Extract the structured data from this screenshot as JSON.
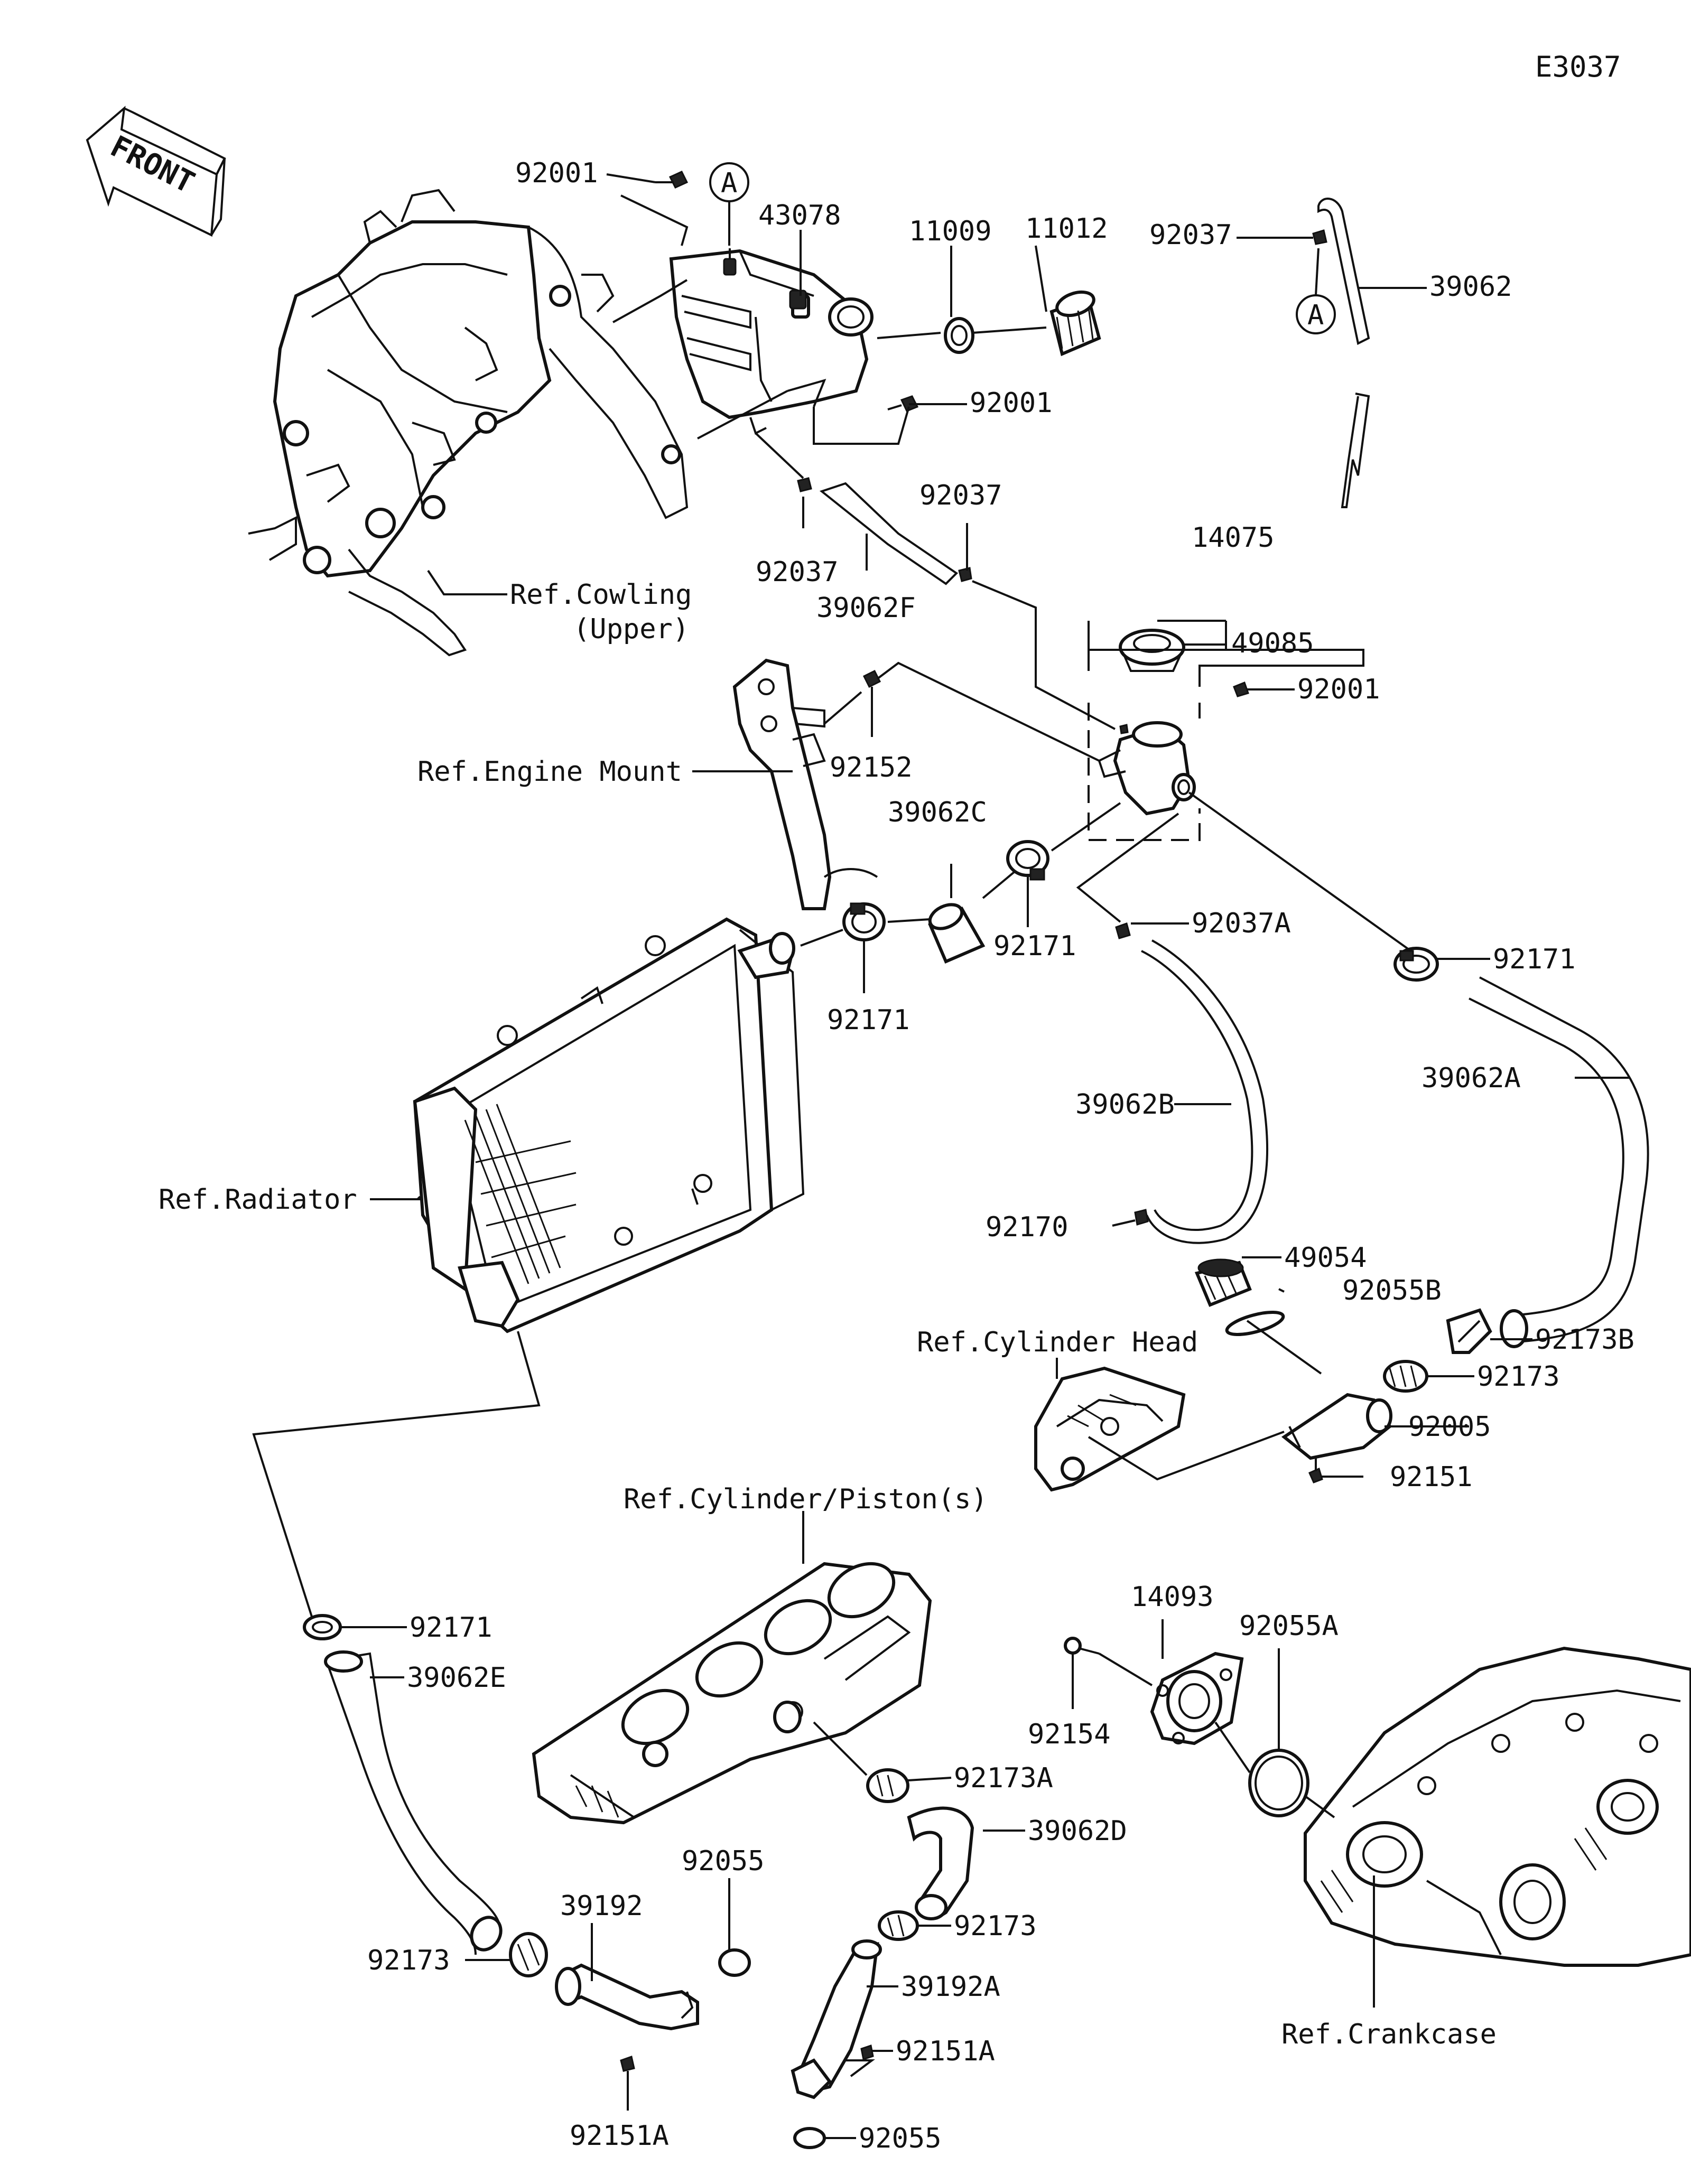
{
  "diagram_code": "E3037",
  "front_label": "FRONT",
  "callout_letter": "A",
  "colors": {
    "ink": "#111111",
    "background": "#ffffff"
  },
  "labels": {
    "p92001_top": "92001",
    "p43078": "43078",
    "p11009": "11009",
    "p11012": "11012",
    "p92037_top": "92037",
    "p39062": "39062",
    "p92001_mid": "92001",
    "p92037_mid": "92037",
    "p92037_left": "92037",
    "p39062F": "39062F",
    "p14075": "14075",
    "p49085": "49085",
    "p92001_cap": "92001",
    "p92152": "92152",
    "p39062C": "39062C",
    "p92171_a": "92171",
    "p92037A": "92037A",
    "p92171_b": "92171",
    "p92171_c": "92171",
    "p39062B": "39062B",
    "p39062A": "39062A",
    "p92170": "92170",
    "p49054": "49054",
    "p92055B": "92055B",
    "p92173B": "92173B",
    "p92173_a": "92173",
    "p92005": "92005",
    "p92151": "92151",
    "p14093": "14093",
    "p92055A": "92055A",
    "p92154": "92154",
    "p92171_d": "92171",
    "p39062E": "39062E",
    "p92173A": "92173A",
    "p39062D": "39062D",
    "p92055_a": "92055",
    "p39192": "39192",
    "p92173_b": "92173",
    "p92173_c": "92173",
    "p39192A": "39192A",
    "p92151A_a": "92151A",
    "p92151A_b": "92151A",
    "p92055_b": "92055"
  },
  "references": {
    "cowling_line1": "Ref.Cowling",
    "cowling_line2": "(Upper)",
    "engine_mount": "Ref.Engine Mount",
    "radiator": "Ref.Radiator",
    "cylinder_head": "Ref.Cylinder Head",
    "cylinder_piston": "Ref.Cylinder/Piston(s)",
    "crankcase": "Ref.Crankcase"
  }
}
